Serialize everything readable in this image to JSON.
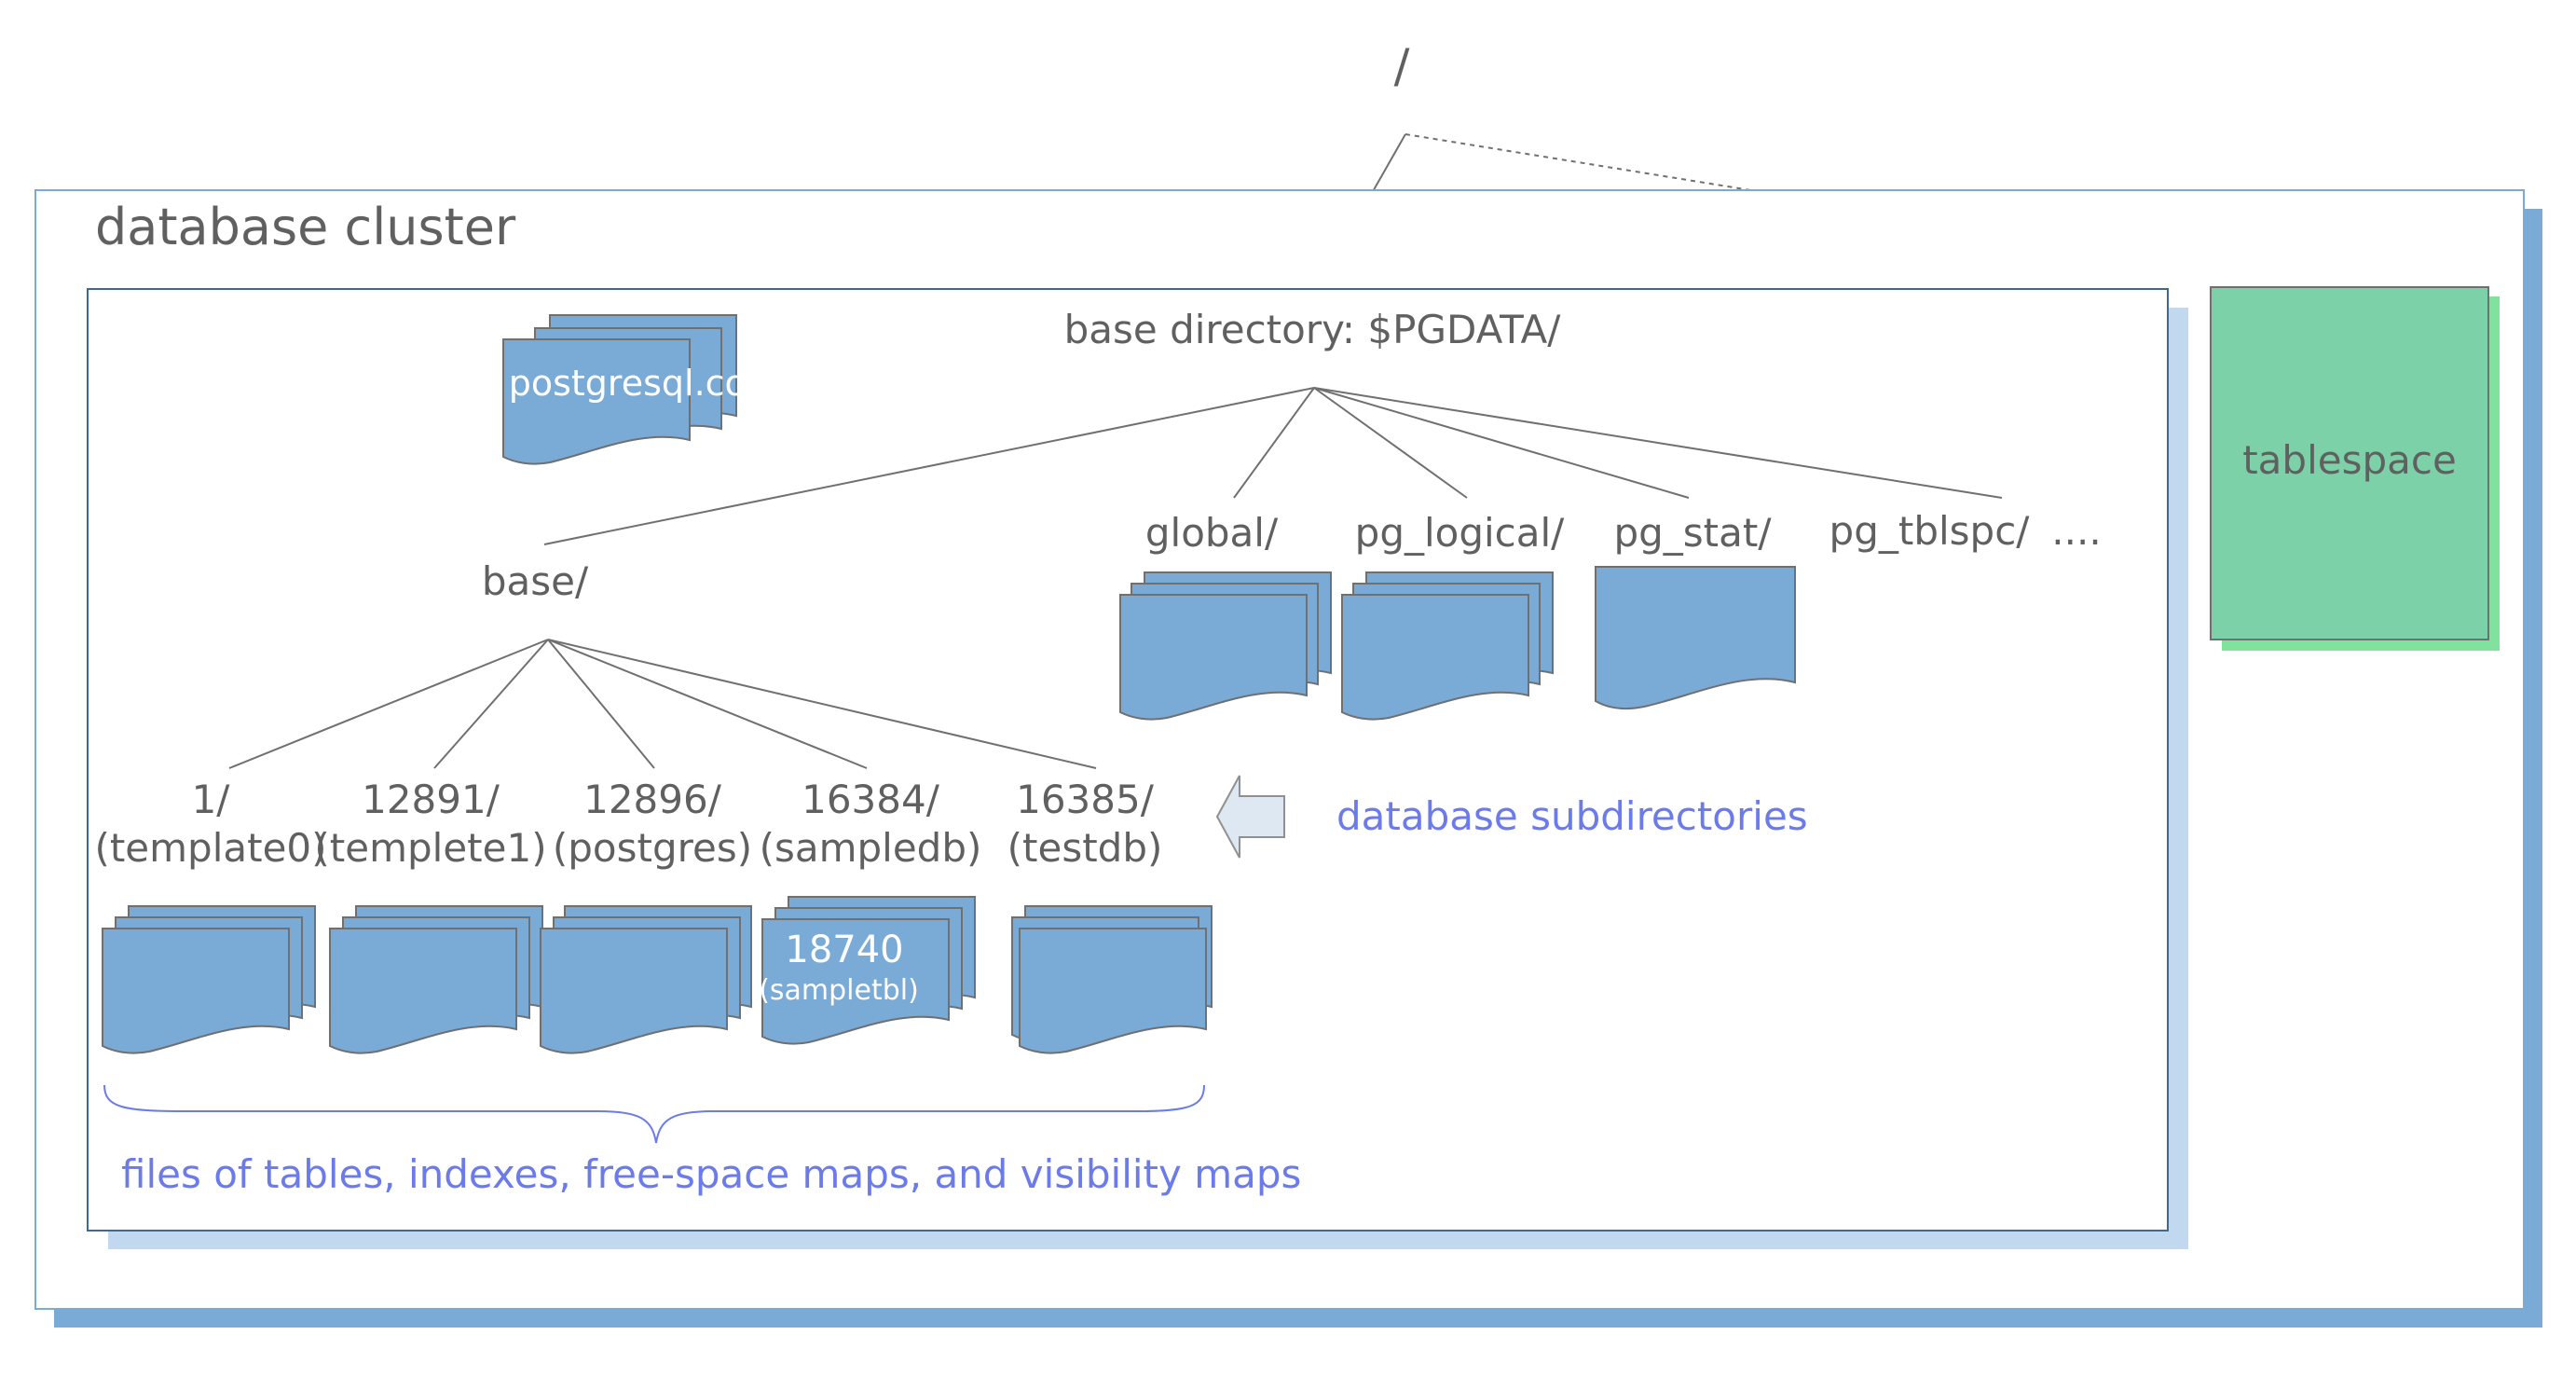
{
  "root_label": "/",
  "cluster_label": "database cluster",
  "base_directory_label": "base directory: $PGDATA/",
  "config_file_label": "postgresql.conf",
  "tablespace_label": "tablespace",
  "directories": {
    "base": "base/",
    "global": "global/",
    "pg_logical": "pg_logical/",
    "pg_stat": "pg_stat/",
    "pg_tblspc": "pg_tblspc/",
    "more": "...."
  },
  "databases": [
    {
      "oid": "1/",
      "name": "(template0)"
    },
    {
      "oid": "12891/",
      "name": "(templete1)"
    },
    {
      "oid": "12896/",
      "name": "(postgres)"
    },
    {
      "oid": "16384/",
      "name": "(sampledb)"
    },
    {
      "oid": "16385/",
      "name": "(testdb)"
    }
  ],
  "sample_file": {
    "oid": "18740",
    "name": "(sampletbl)"
  },
  "annotations": {
    "database_subdirectories": "database subdirectories",
    "files_note": "files of tables, indexes, free-space maps, and visibility maps"
  },
  "colors": {
    "file_fill": "#7aaad6",
    "cluster_shadow": "#7aaad6",
    "pgdata_shadow": "#c2d8ef",
    "tablespace_fill": "#7dd1a9",
    "tablespace_shadow": "#7fe39d",
    "annotation_text": "#6b7bea"
  }
}
